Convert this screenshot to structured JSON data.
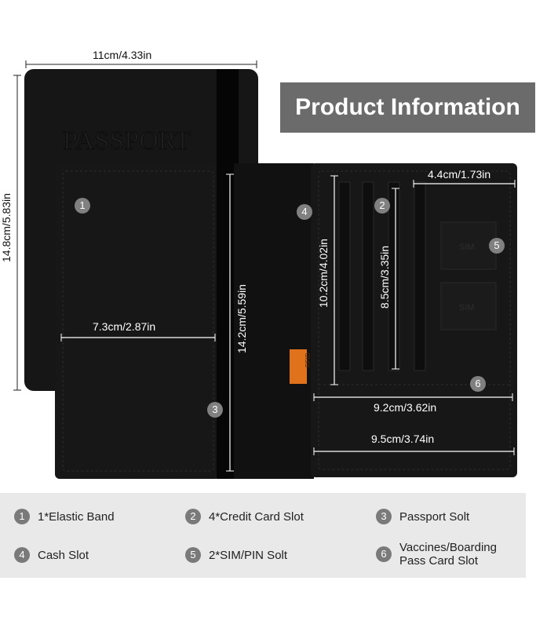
{
  "banner": {
    "title": "Product Information"
  },
  "dimensions": {
    "width_top": "11cm/4.33in",
    "height_left": "14.8cm/5.83in",
    "height_inner": "14.2cm/5.59in",
    "width_left_panel": "7.3cm/2.87in",
    "height_card_slot": "10.2cm/4.02in",
    "height_inner_slot": "8.5cm/3.35in",
    "width_sim": "4.4cm/1.73in",
    "width_slot_mid": "9.2cm/3.62in",
    "width_bottom": "9.5cm/3.74in"
  },
  "product": {
    "cover_emboss": "PASSPORT",
    "tag_text": "RFID",
    "sim_label_1": "SIM",
    "sim_label_2": "SIM"
  },
  "markers": [
    "1",
    "2",
    "3",
    "4",
    "5",
    "6"
  ],
  "legend": {
    "items": [
      {
        "num": "1",
        "label": "1*Elastic Band"
      },
      {
        "num": "2",
        "label": "4*Credit Card Slot"
      },
      {
        "num": "3",
        "label": "Passport Solt"
      },
      {
        "num": "4",
        "label": "Cash Slot"
      },
      {
        "num": "5",
        "label": "2*SIM/PIN Solt"
      },
      {
        "num": "6",
        "label_line1": "Vaccines/Boarding",
        "label_line2": "Pass Card Slot"
      }
    ]
  },
  "colors": {
    "leather": "#151515",
    "stitch": "#3a3a3a",
    "band": "#050505",
    "tag": "#e0721c",
    "banner": "#6b6b6b",
    "legend_bg": "#e9e9e9"
  }
}
